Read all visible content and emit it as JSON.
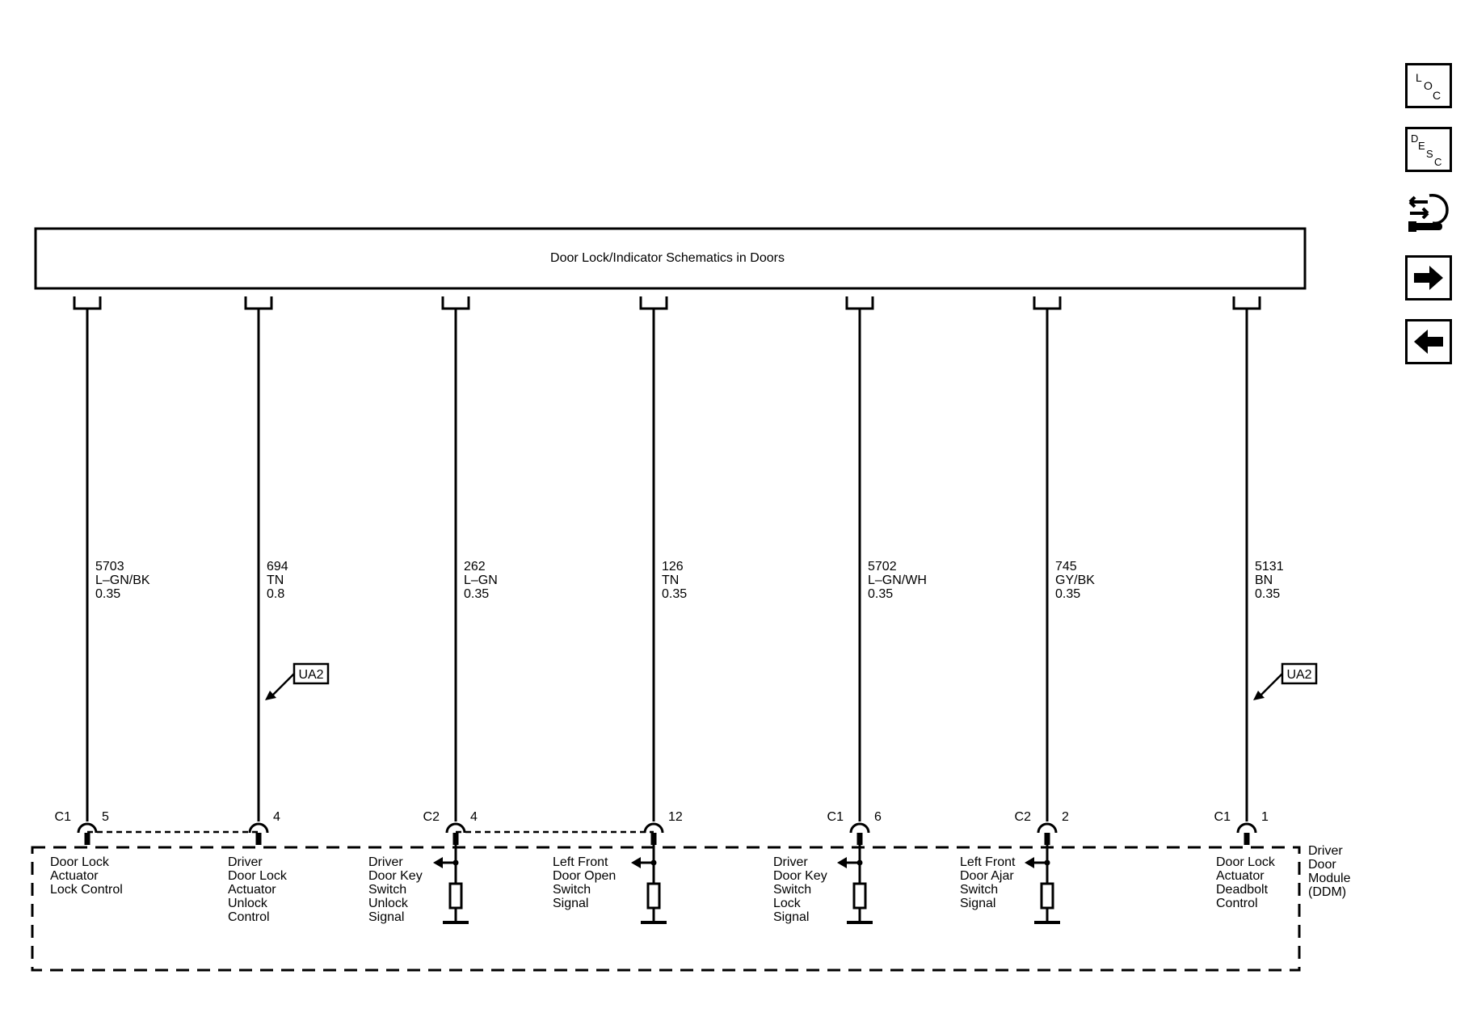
{
  "header_box": {
    "label": "Door Lock/Indicator Schematics in Doors"
  },
  "module": {
    "label_lines": [
      "Driver",
      "Door",
      "Module",
      "(DDM)"
    ]
  },
  "circuits": [
    {
      "wire": [
        "5703",
        "L–GN/BK",
        "0.35"
      ],
      "connector": "C1",
      "pin": "5",
      "function": [
        "Door Lock",
        "Actuator",
        "Lock Control"
      ],
      "switch": false,
      "ua2": false
    },
    {
      "wire": [
        "694",
        "TN",
        "0.8"
      ],
      "connector": "",
      "pin": "4",
      "function": [
        "Driver",
        "Door Lock",
        "Actuator",
        "Unlock",
        "Control"
      ],
      "switch": false,
      "ua2": true
    },
    {
      "wire": [
        "262",
        "L–GN",
        "0.35"
      ],
      "connector": "C2",
      "pin": "4",
      "function": [
        "Driver",
        "Door Key",
        "Switch",
        "Unlock",
        "Signal"
      ],
      "switch": true,
      "ua2": false
    },
    {
      "wire": [
        "126",
        "TN",
        "0.35"
      ],
      "connector": "",
      "pin": "12",
      "function": [
        "Left Front",
        "Door Open",
        "Switch",
        "Signal"
      ],
      "switch": true,
      "ua2": false
    },
    {
      "wire": [
        "5702",
        "L–GN/WH",
        "0.35"
      ],
      "connector": "C1",
      "pin": "6",
      "function": [
        "Driver",
        "Door Key",
        "Switch",
        "Lock",
        "Signal"
      ],
      "switch": true,
      "ua2": false
    },
    {
      "wire": [
        "745",
        "GY/BK",
        "0.35"
      ],
      "connector": "C2",
      "pin": "2",
      "function": [
        "Left Front",
        "Door Ajar",
        "Switch",
        "Signal"
      ],
      "switch": true,
      "ua2": false
    },
    {
      "wire": [
        "5131",
        "BN",
        "0.35"
      ],
      "connector": "C1",
      "pin": "1",
      "function": [
        "Door Lock",
        "Actuator",
        "Deadbolt",
        "Control"
      ],
      "switch": false,
      "ua2": true
    }
  ],
  "ua2_tag": "UA2",
  "nav": {
    "loc": [
      "L",
      "O",
      "C"
    ],
    "desc": [
      "D",
      "E",
      "S",
      "C"
    ],
    "icons": [
      "connector-repair-icon",
      "arrow-right-icon",
      "arrow-left-icon"
    ]
  }
}
